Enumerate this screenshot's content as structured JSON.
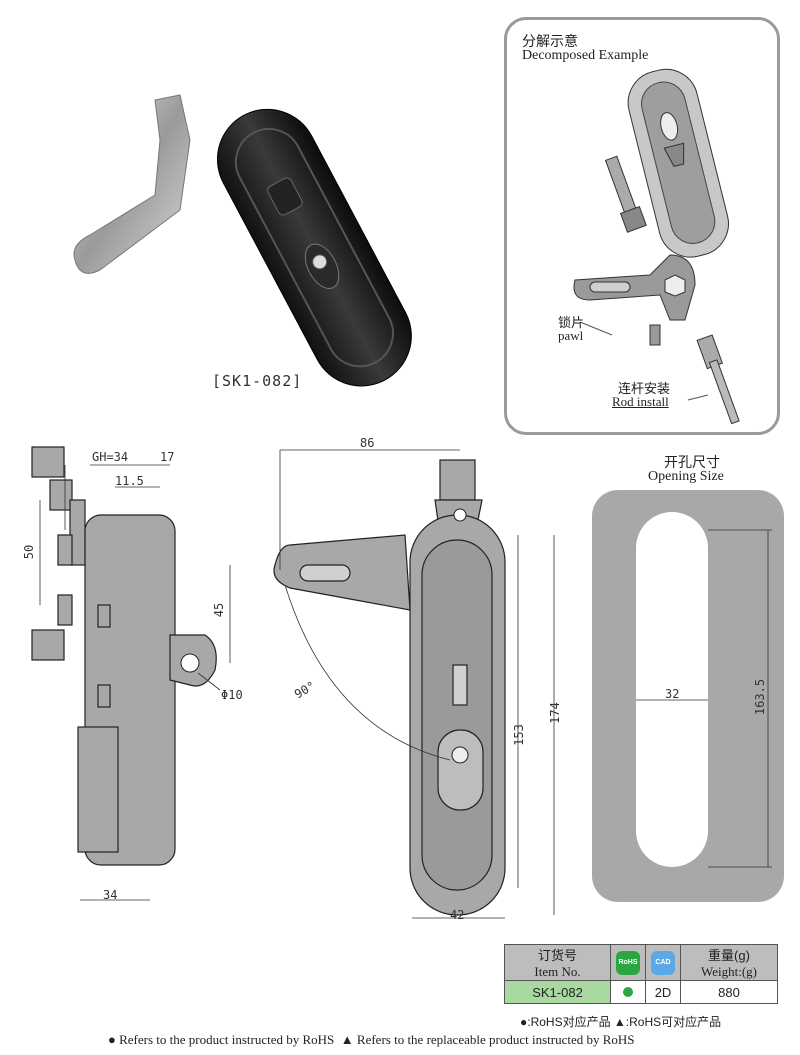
{
  "product": {
    "model_label": "[SK1-082]"
  },
  "decomposed": {
    "title_cn": "分解示意",
    "title_en": "Decomposed Example",
    "pawl_cn": "锁片",
    "pawl_en": "pawl",
    "rod_cn": "连杆安装",
    "rod_en": "Rod install"
  },
  "opening": {
    "title_cn": "开孔尺寸",
    "title_en": "Opening Size",
    "width": "32",
    "height": "163.5"
  },
  "side_view": {
    "gh": "GH=34",
    "d17": "17",
    "d11_5": "11.5",
    "d50": "50",
    "d45": "45",
    "phi10": "Φ10",
    "d34": "34"
  },
  "front_view": {
    "d86": "86",
    "angle": "90°",
    "d153": "153",
    "d174": "174",
    "d42": "42"
  },
  "order_table": {
    "item_cn": "订货号",
    "item_en": "Item No.",
    "rohs_badge": "RoHS",
    "cad_badge": "CAD",
    "weight_cn": "重量(g)",
    "weight_en": "Weight:(g)",
    "item_no": "SK1-082",
    "cad": "2D",
    "weight": "880"
  },
  "legend": {
    "line1": "●:RoHS对应产品   ▲:RoHS可对应产品",
    "line2": "● Refers to the product instructed by RoHS  ▲ Refers to the replaceable product instructed by RoHS"
  },
  "colors": {
    "drawing_gray": "#a8a8a8",
    "rohs_green": "#2aa742",
    "cad_blue": "#5aa9e6",
    "table_header": "#bdbdbd"
  }
}
